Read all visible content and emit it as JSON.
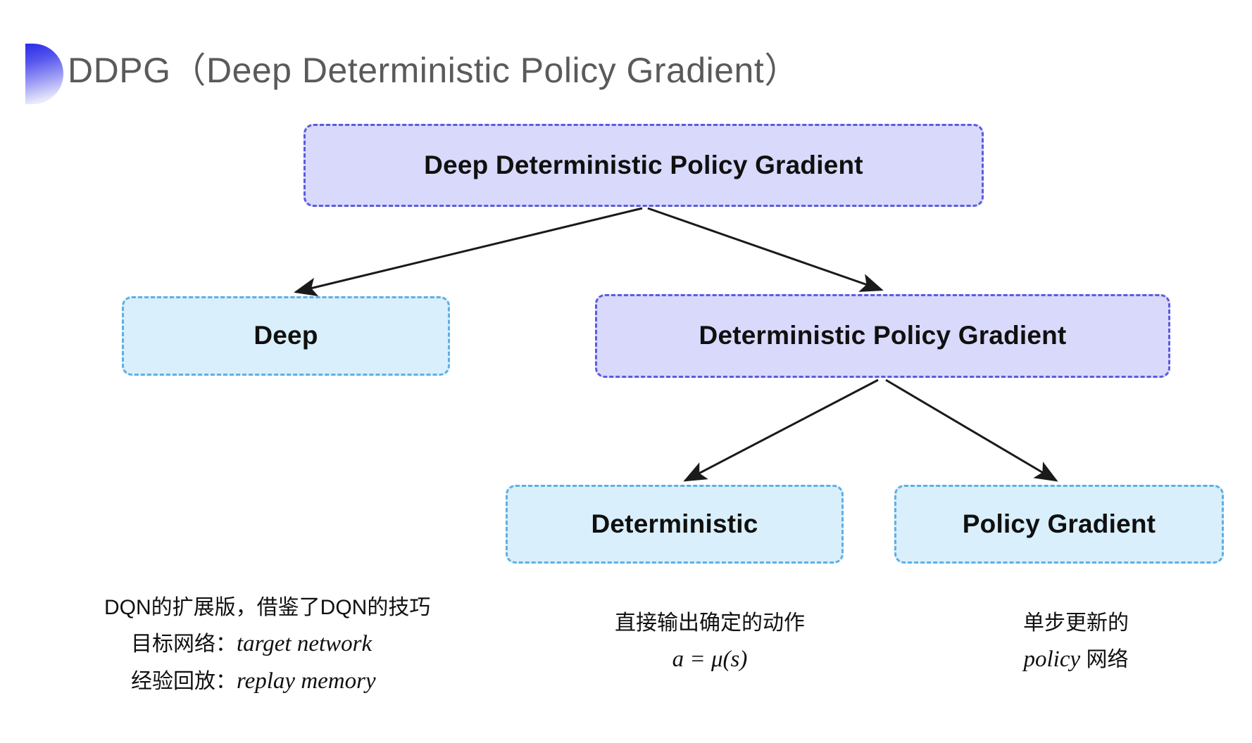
{
  "slide": {
    "title": "DDPG（Deep Deterministic Policy Gradient）",
    "bullet_icon": "gradient-half-circle-icon",
    "background_color": "#FFFFFF"
  },
  "colors": {
    "purple_fill": "#D9D9FC",
    "purple_border": "#5B5BE0",
    "cyan_fill": "#D9EFFB",
    "cyan_border": "#5FAFE4",
    "title_text": "#5A5A5A",
    "arrow": "#1A1A1A"
  },
  "diagram": {
    "nodes": {
      "root": {
        "label": "Deep Deterministic Policy Gradient",
        "style": "purple"
      },
      "deep": {
        "label": "Deep",
        "style": "cyan"
      },
      "dpg": {
        "label": "Deterministic Policy Gradient",
        "style": "purple"
      },
      "deterministic": {
        "label": "Deterministic",
        "style": "cyan"
      },
      "policy_gradient": {
        "label": "Policy Gradient",
        "style": "cyan"
      }
    },
    "edges": [
      {
        "from": "root",
        "to": "deep"
      },
      {
        "from": "root",
        "to": "dpg"
      },
      {
        "from": "dpg",
        "to": "deterministic"
      },
      {
        "from": "dpg",
        "to": "policy_gradient"
      }
    ]
  },
  "captions": {
    "deep": {
      "line_1": "DQN的扩展版，借鉴了DQN的技巧",
      "line_2_label": "目标网络：",
      "line_2_term": "target network",
      "line_3_label": "经验回放：",
      "line_3_term": "replay memory"
    },
    "deterministic": {
      "line_1": "直接输出确定的动作",
      "formula": "a = μ(s)"
    },
    "policy_gradient": {
      "line_1": "单步更新的",
      "line_2_term": "policy",
      "line_2_suffix": " 网络"
    }
  }
}
